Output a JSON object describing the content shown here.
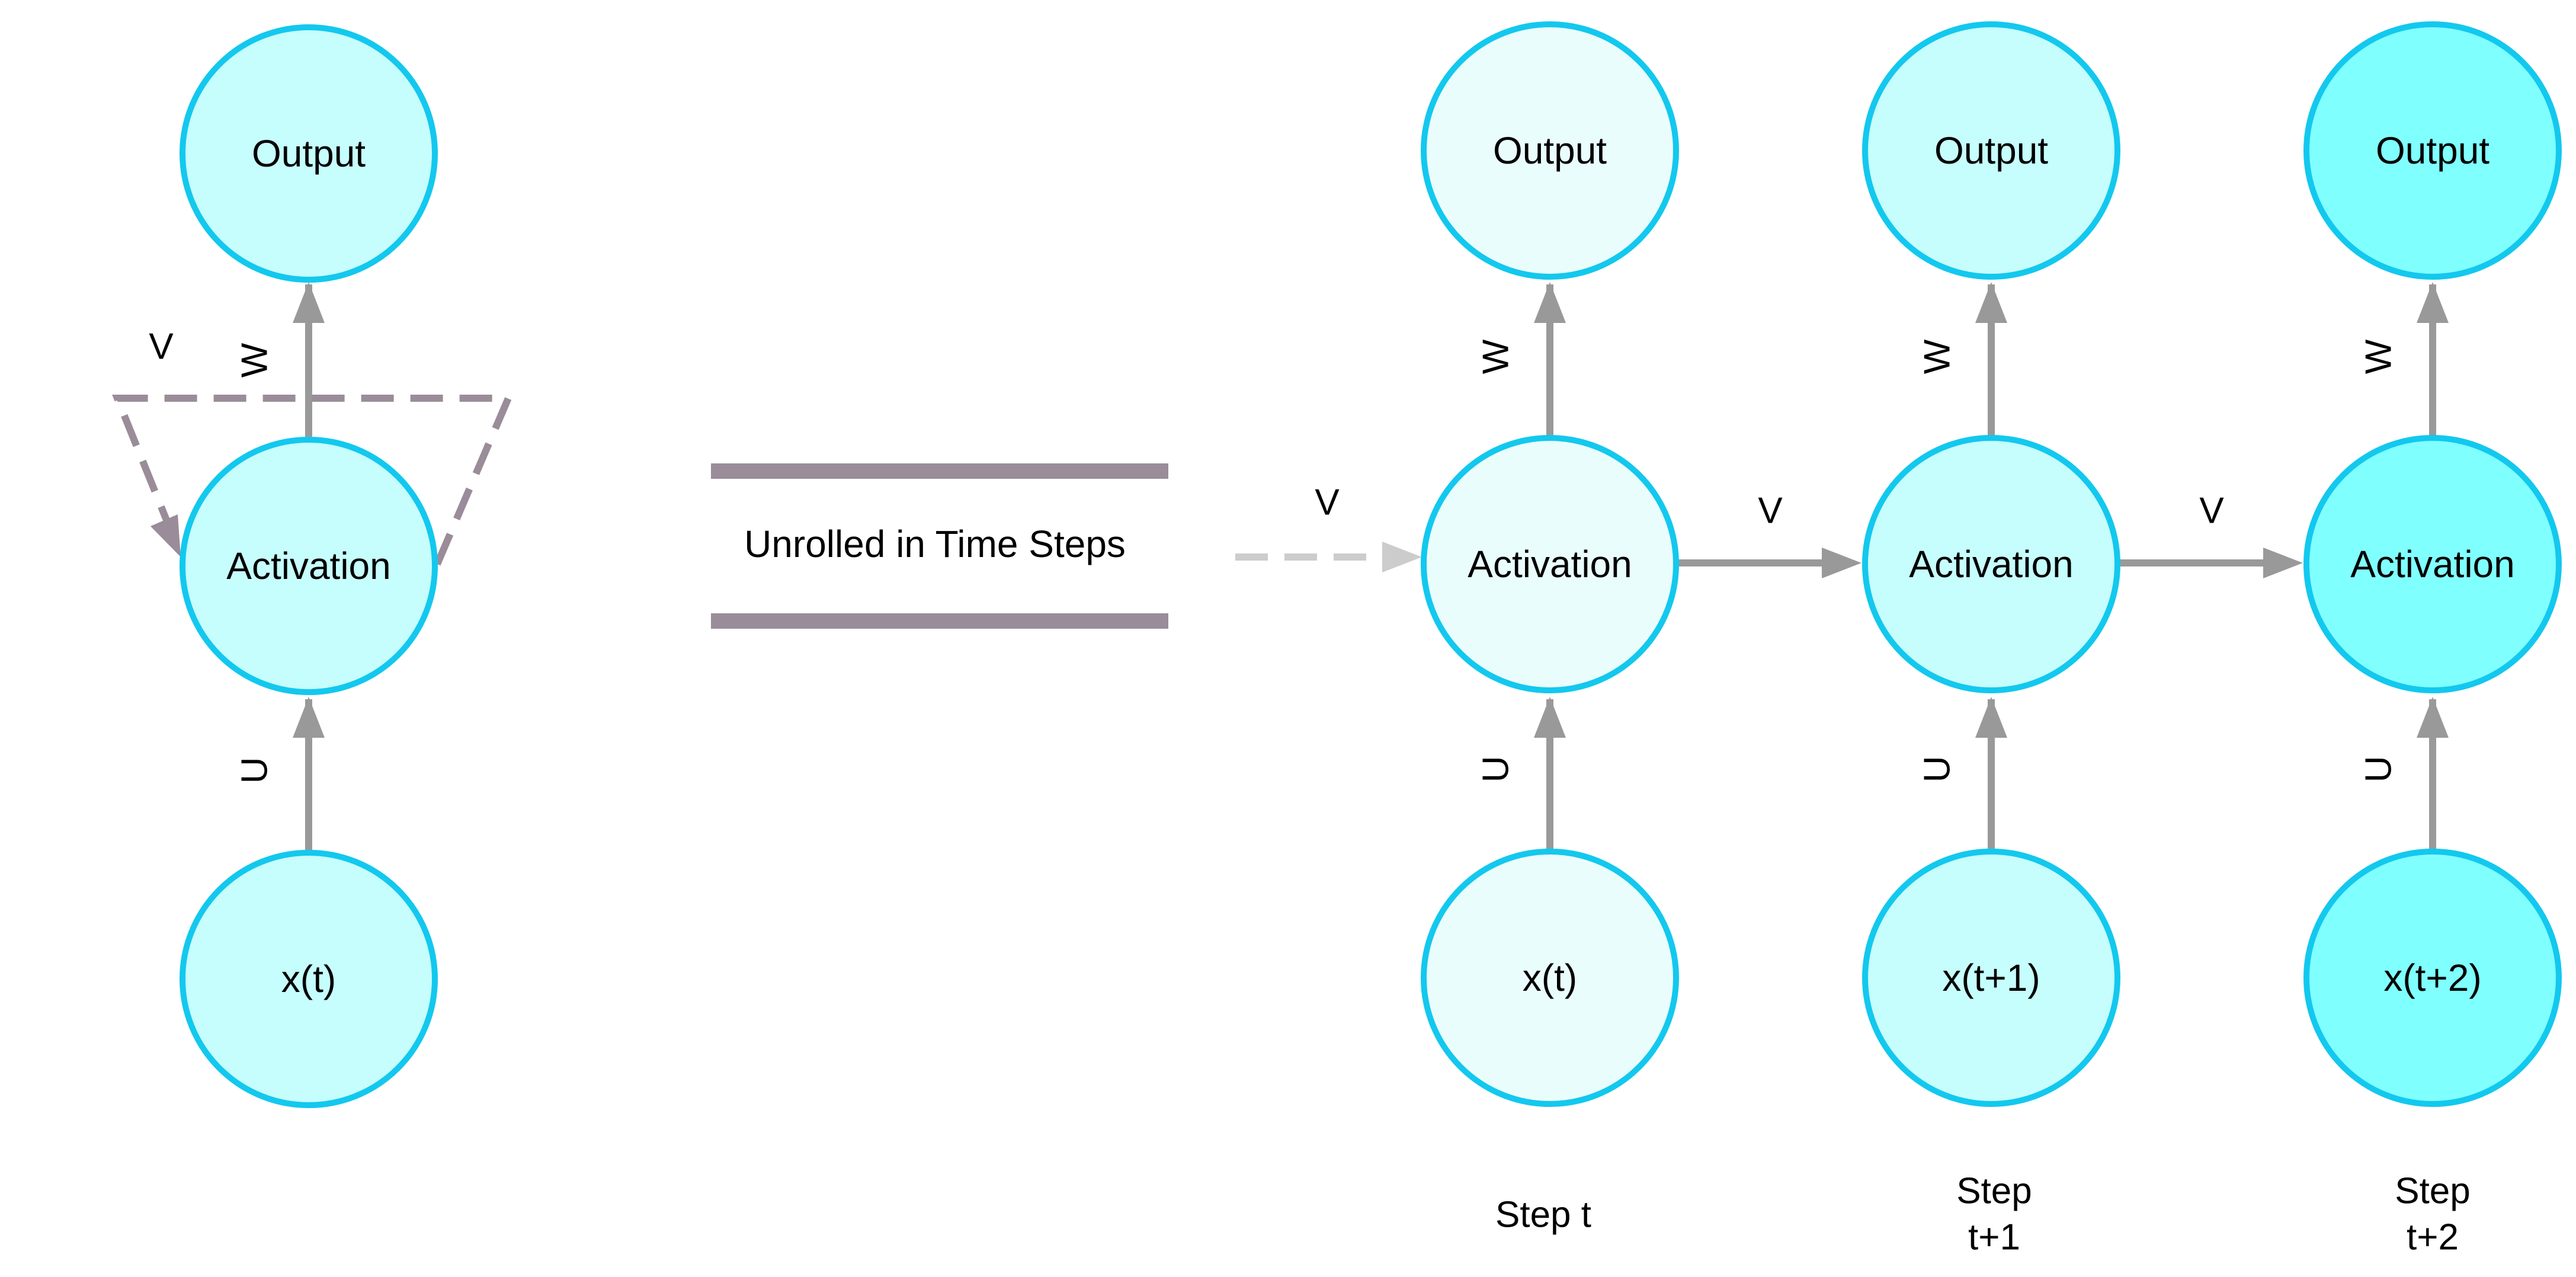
{
  "folded": {
    "output": "Output",
    "activation": "Activation",
    "input": "x(t)",
    "w_label": "W",
    "u_label": "U",
    "v_label": "V"
  },
  "banner": {
    "text": "Unrolled in Time Steps"
  },
  "incoming_v_label": "V",
  "steps": [
    {
      "output": "Output",
      "activation": "Activation",
      "input": "x(t)",
      "w_label": "W",
      "u_label": "U",
      "step_line1": "Step t",
      "step_line2": "",
      "fill": "#eafdfd"
    },
    {
      "output": "Output",
      "activation": "Activation",
      "input": "x(t+1)",
      "w_label": "W",
      "u_label": "U",
      "step_line1": "Step",
      "step_line2": "t+1",
      "fill": "#c6fdfd"
    },
    {
      "output": "Output",
      "activation": "Activation",
      "input": "x(t+2)",
      "w_label": "W",
      "u_label": "U",
      "step_line1": "Step",
      "step_line2": "t+2",
      "fill": "#80ffff"
    }
  ],
  "between_v_labels": [
    "V",
    "V"
  ],
  "colors": {
    "node_stroke": "#13c8ee",
    "folded_fill": "#c6fdfd",
    "arrow": "#999999",
    "recurrent_dash": "#9a8c99",
    "incoming_dash": "#cccccc",
    "banner_bar": "#9a8c99"
  }
}
